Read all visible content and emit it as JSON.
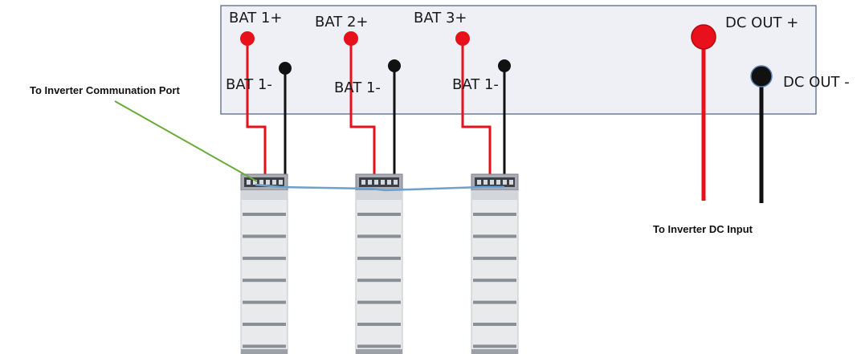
{
  "busbar_box": {
    "bat_pos_labels": [
      "BAT 1+",
      "BAT 2+",
      "BAT 3+"
    ],
    "bat_neg_labels": [
      "BAT 1-",
      "BAT 1-",
      "BAT 1-"
    ],
    "dc_out_pos_label": "DC OUT +",
    "dc_out_neg_label": "DC OUT -"
  },
  "annotations": {
    "comm_port": "To Inverter Communation Port",
    "dc_input": "To Inverter DC Input"
  },
  "colors": {
    "positive_wire": "#e8101a",
    "negative_wire": "#111111",
    "comm_link": "#6f9fca",
    "comm_pointer": "#6aaa3a",
    "box_fill": "#eef0f5",
    "box_stroke": "#4a5f80",
    "battery_body": "#e9eaec",
    "battery_slot": "#8a8f96"
  },
  "battery_count": 3,
  "module_slots_per_battery": 7
}
